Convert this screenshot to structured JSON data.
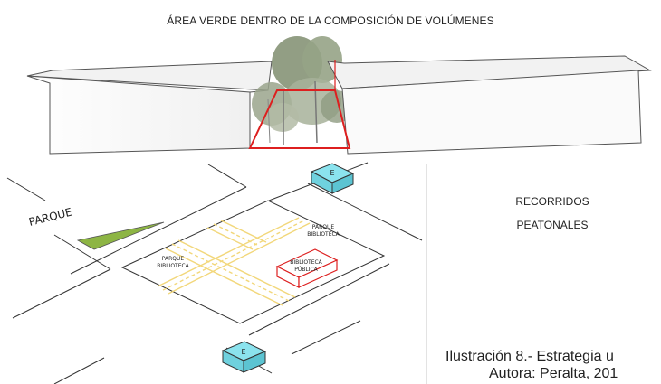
{
  "title": "ÁREA VERDE DENTRO DE LA COMPOSICIÓN DE VOLÚMENES",
  "plan": {
    "parque_label": "PARQUE",
    "park_left_label": [
      "PARQUE",
      "BIBLIOTECA"
    ],
    "park_right_label": [
      "PARQUE",
      "BIBLIOTECA"
    ],
    "library_label": [
      "BIBLIOTECA",
      "PÚBLICA"
    ],
    "station_top": "E",
    "station_bottom": "E"
  },
  "side_text": [
    "RECORRIDOS",
    "PEATONALES"
  ],
  "caption": {
    "line1": "Ilustración 8.- Estrategia u",
    "line2": "Autora: Peralta, 201"
  },
  "colors": {
    "red_outline": "#dd1f1f",
    "path_yellow": "#f2d77a",
    "green_area": "#8db544",
    "station_cyan": "#8be3ee"
  }
}
